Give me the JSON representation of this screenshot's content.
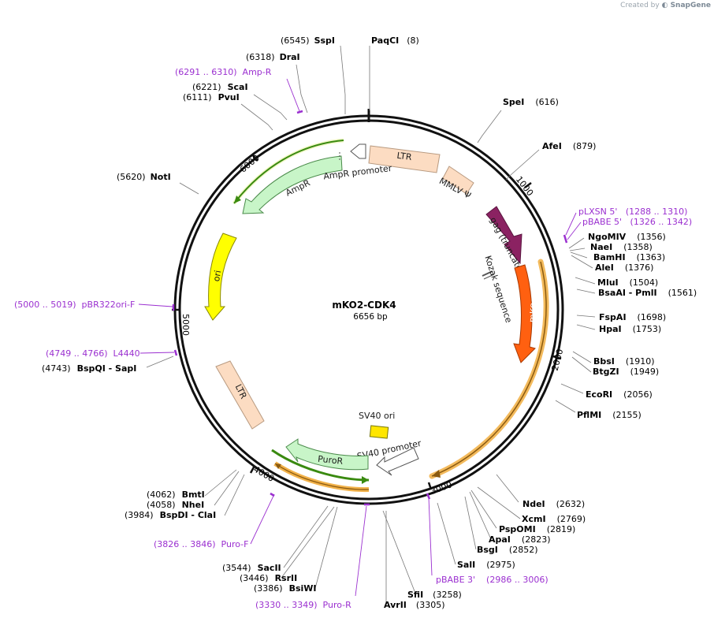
{
  "credit": {
    "prefix": "Created by",
    "brand": "SnapGene"
  },
  "map": {
    "name": "mKO2-CDK4",
    "length_label": "6656 bp",
    "length": 6656
  },
  "ticks": [
    "1000",
    "2000",
    "3000",
    "4000",
    "5000",
    "6000"
  ],
  "features": [
    {
      "id": "ltr1",
      "label": "LTR",
      "fill": "#fcdcc2",
      "stroke": "#b89a80"
    },
    {
      "id": "mmlv",
      "label": "MMLV Ψ",
      "fill": "#fcdcc2",
      "stroke": "#b89a80"
    },
    {
      "id": "gag",
      "label": "gag (truncated)",
      "fill": "#8b2262",
      "stroke": "#5a1540"
    },
    {
      "id": "kozak",
      "label": "Kozak sequence",
      "fill": "#cccccc",
      "stroke": "#555555"
    },
    {
      "id": "mko2",
      "label": "mKO2",
      "fill": "#ff6010",
      "stroke": "#a83800"
    },
    {
      "id": "sv40ori",
      "label": "SV40 ori",
      "fill": "#ffe600",
      "stroke": "#777700"
    },
    {
      "id": "sv40prom",
      "label": "SV40 promoter",
      "fill": "#ffffff",
      "stroke": "#555555"
    },
    {
      "id": "puror",
      "label": "PuroR",
      "fill": "#c8f5c8",
      "stroke": "#4a8a4a"
    },
    {
      "id": "ltr2",
      "label": "LTR",
      "fill": "#fcdcc2",
      "stroke": "#b89a80"
    },
    {
      "id": "ori",
      "label": "ori",
      "fill": "#ffff00",
      "stroke": "#888800"
    },
    {
      "id": "ampr",
      "label": "AmpR",
      "fill": "#c8f5c8",
      "stroke": "#4a8a4a"
    },
    {
      "id": "amprprom",
      "label": "AmpR promoter",
      "fill": "#ffffff",
      "stroke": "#555555"
    }
  ],
  "colors": {
    "backbone": "#111111",
    "primer": "#9b30d0",
    "orf_highlight": "#f2b24a",
    "green_highlight": "#3a8a10"
  },
  "sites": [
    {
      "pos": "(6545)",
      "name": "SspI",
      "extra": ""
    },
    {
      "pos": "",
      "name": "PaqCI",
      "extra": "(8)"
    },
    {
      "pos": "(6318)",
      "name": "DraI",
      "extra": ""
    },
    {
      "pos": "(6221)",
      "name": "ScaI",
      "extra": ""
    },
    {
      "pos": "(6111)",
      "name": "PvuI",
      "extra": ""
    },
    {
      "pos": "",
      "name": "SpeI",
      "extra": "(616)"
    },
    {
      "pos": "",
      "name": "AfeI",
      "extra": "(879)"
    },
    {
      "pos": "(5620)",
      "name": "NotI",
      "extra": ""
    },
    {
      "pos": "",
      "name": "NgoMIV",
      "extra": "(1356)"
    },
    {
      "pos": "",
      "name": "NaeI",
      "extra": "(1358)"
    },
    {
      "pos": "",
      "name": "BamHI",
      "extra": "(1363)"
    },
    {
      "pos": "",
      "name": "AleI",
      "extra": "(1376)"
    },
    {
      "pos": "",
      "name": "MluI",
      "extra": "(1504)"
    },
    {
      "pos": "",
      "name": "BsaAI - PmlI",
      "extra": "(1561)"
    },
    {
      "pos": "",
      "name": "FspAI",
      "extra": "(1698)"
    },
    {
      "pos": "",
      "name": "HpaI",
      "extra": "(1753)"
    },
    {
      "pos": "",
      "name": "BbsI",
      "extra": "(1910)"
    },
    {
      "pos": "",
      "name": "BtgZI",
      "extra": "(1949)"
    },
    {
      "pos": "",
      "name": "EcoRI",
      "extra": "(2056)"
    },
    {
      "pos": "",
      "name": "PflMI",
      "extra": "(2155)"
    },
    {
      "pos": "(4743)",
      "name": "BspQI - SapI",
      "extra": ""
    },
    {
      "pos": "",
      "name": "NdeI",
      "extra": "(2632)"
    },
    {
      "pos": "",
      "name": "XcmI",
      "extra": "(2769)"
    },
    {
      "pos": "",
      "name": "PspOMI",
      "extra": "(2819)"
    },
    {
      "pos": "",
      "name": "ApaI",
      "extra": "(2823)"
    },
    {
      "pos": "",
      "name": "BsgI",
      "extra": "(2852)"
    },
    {
      "pos": "",
      "name": "SalI",
      "extra": "(2975)"
    },
    {
      "pos": "(4062)",
      "name": "BmtI",
      "extra": ""
    },
    {
      "pos": "(4058)",
      "name": "NheI",
      "extra": ""
    },
    {
      "pos": "(3984)",
      "name": "BspDI - ClaI",
      "extra": ""
    },
    {
      "pos": "(3544)",
      "name": "SacII",
      "extra": ""
    },
    {
      "pos": "(3446)",
      "name": "RsrII",
      "extra": ""
    },
    {
      "pos": "(3386)",
      "name": "BsiWI",
      "extra": ""
    },
    {
      "pos": "",
      "name": "SfiI",
      "extra": "(3258)"
    },
    {
      "pos": "",
      "name": "AvrII",
      "extra": "(3305)"
    }
  ],
  "primers": [
    {
      "text": "(6291 .. 6310)  Amp-R"
    },
    {
      "text": "pLXSN 5'   (1288 .. 1310)"
    },
    {
      "text": "pBABE 5'   (1326 .. 1342)"
    },
    {
      "text": "(5000 .. 5019)  pBR322ori-F"
    },
    {
      "text": "(4749 .. 4766)  L4440"
    },
    {
      "text": "(3826 .. 3846)  Puro-F"
    },
    {
      "text": "pBABE 3'    (2986 .. 3006)"
    },
    {
      "text": "(3330 .. 3349)  Puro-R"
    }
  ]
}
